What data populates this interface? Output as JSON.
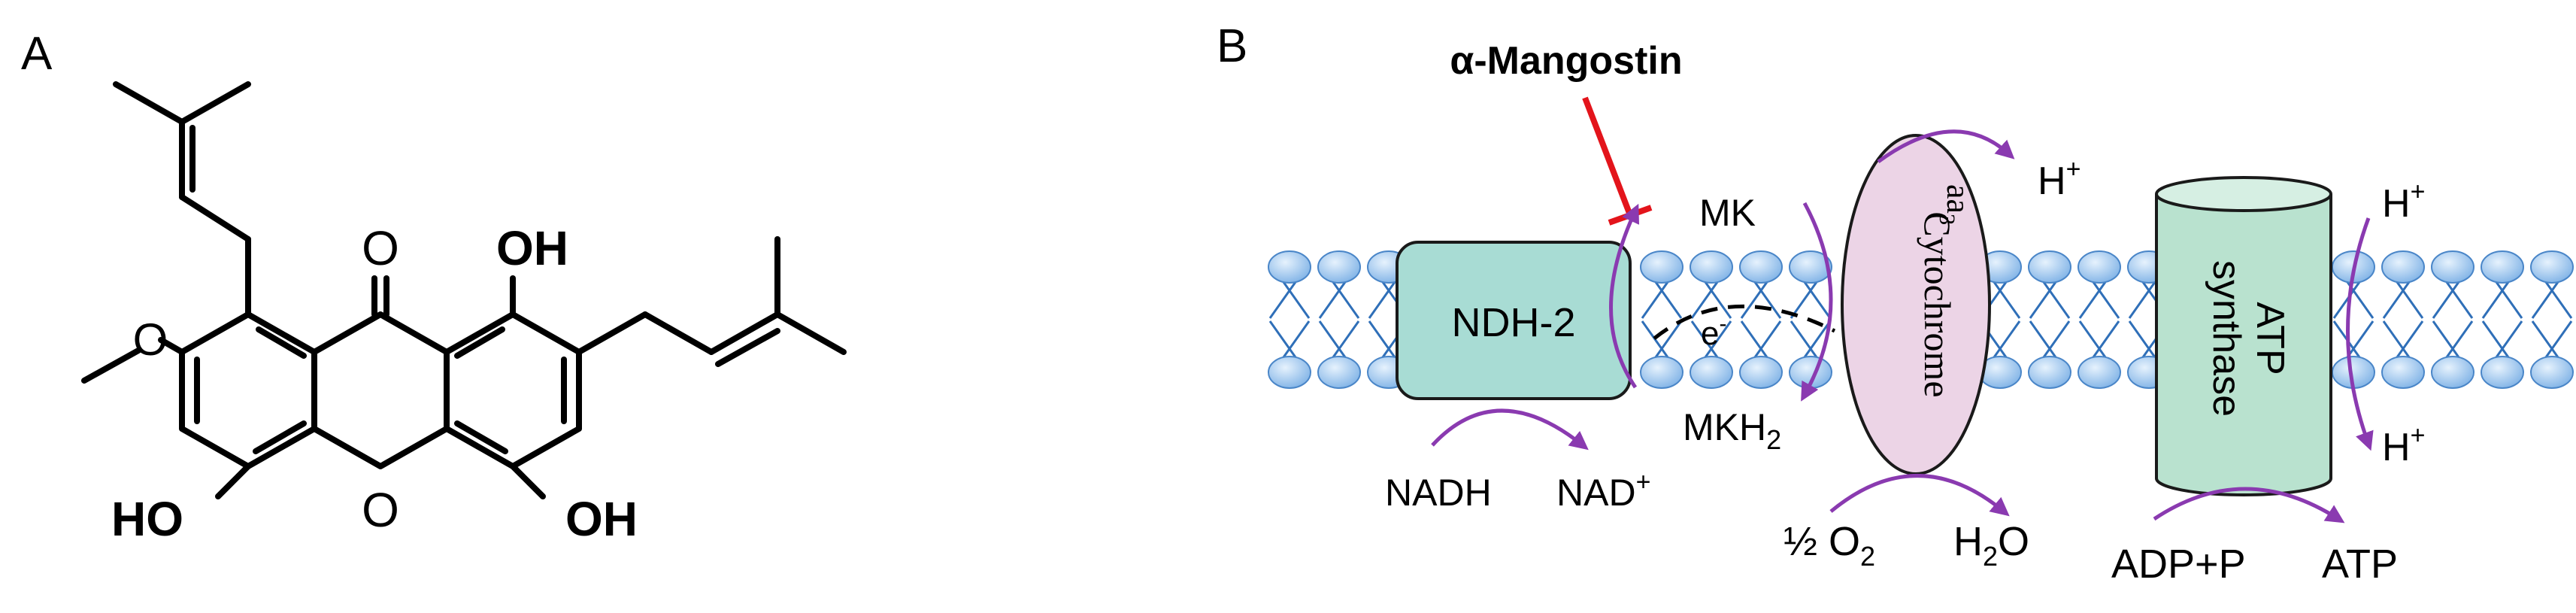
{
  "panel_a": {
    "label": "A",
    "atoms": {
      "carbonyl_o": "O",
      "oh_top": "OH",
      "ring_o": "O",
      "ho_left": "HO",
      "oh_right": "OH"
    }
  },
  "panel_b": {
    "label": "B",
    "inhibitor": "α-Mangostin",
    "ndh2": "NDH-2",
    "electron": "e",
    "electron_sup": "-",
    "mk": "MK",
    "mkh2": "MKH",
    "mkh2_sub": "2",
    "nadh": "NADH",
    "nad": "NAD",
    "nad_sup": "+",
    "cytochrome": "Cytochrome",
    "aa": "aa",
    "aa_sub": "3",
    "h_top": "H",
    "h_top_sup": "+",
    "half_o2": "½ O",
    "half_o2_sub": "2",
    "h2o_h": "H",
    "h2o_sub": "2",
    "h2o_o": "O",
    "atp_synthase_line1": "ATP",
    "atp_synthase_line2": "synthase",
    "h_right_top": "H",
    "h_right_top_sup": "+",
    "h_right_bottom": "H",
    "h_right_bottom_sup": "+",
    "adp": "ADP+P",
    "atp": "ATP"
  },
  "colors": {
    "inhibition": "#e3141b",
    "arrow": "#8a3ab0",
    "lipid_head": "#9cc8f0",
    "lipid_tail": "#2f6fb8",
    "ndh2_fill": "#a8dcd4",
    "cytochrome_fill": "#ecd4e6",
    "synthase_fill": "#b9e2cf"
  }
}
